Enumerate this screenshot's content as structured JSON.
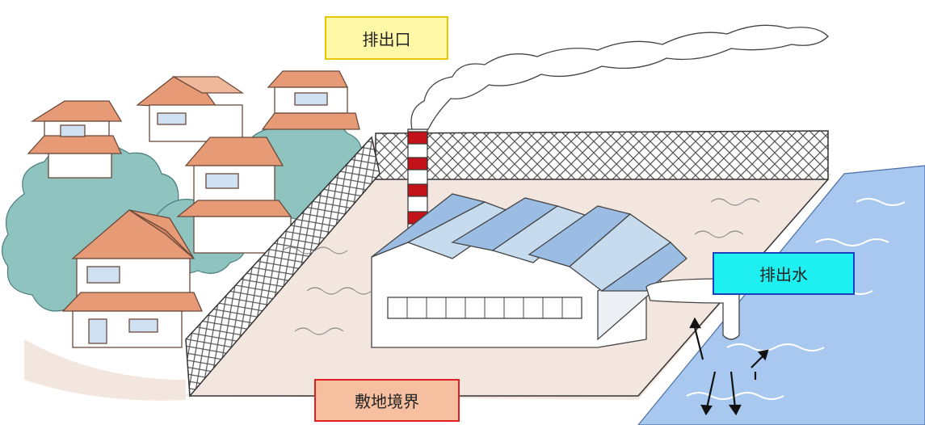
{
  "labels": {
    "exhaust_outlet": "排出口",
    "discharge_water": "排出水",
    "site_boundary": "敷地境界"
  },
  "colors": {
    "outlet_label_fill": "#fff8a6",
    "outlet_label_border": "#e8c800",
    "water_label_fill": "#1ef0f2",
    "water_label_border": "#1a40c0",
    "boundary_label_fill": "#f6c0a0",
    "boundary_label_border": "#e02020",
    "chimney_red": "#c4121b",
    "roof_blue": "#9bbde3",
    "river_blue": "#a9c8ef",
    "tree_green": "#8fc3c0",
    "house_roof": "#e69a76"
  }
}
